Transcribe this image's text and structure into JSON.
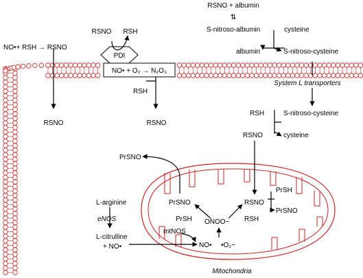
{
  "labels": {
    "rsno_albumin": "RSNO + albumin",
    "exchange_arrow": "⇅",
    "s_nitroso_albumin": "S-nitroso-albumin",
    "cysteine_top": "cysteine",
    "albumin": "albumin",
    "s_nitroso_cysteine_top": "S-nitroso-cysteine",
    "system_l": "System L transporters",
    "rsh_right": "RSH",
    "s_nitroso_cysteine_mid": "S-nitroso-cysteine",
    "rsno_right": "RSNO",
    "cysteine_mid": "cysteine",
    "no_rsh_rsno": "NO•+ RSH → RSNO",
    "rsno_left": "RSNO",
    "rsno_pdi": "RSNO",
    "rsh_pdi": "RSH",
    "pdi": "PDI",
    "membrane_reaction": "NO• + O₂ → N₂O₃",
    "rsh_center": "RSH",
    "rsno_center": "RSNO",
    "prsno_out": "PrSNO",
    "l_arginine": "L-arginine",
    "enos": "eNOS",
    "l_citrulline": "L-citrulline",
    "plus_no": "+ NO•",
    "mtnos": "mtNOS",
    "prsno_mito": "PrSNO",
    "prsh_mito": "PrSH",
    "onoo": "ONOO−",
    "rsno_mito": "RSNO",
    "rsh_mito": "RSH",
    "prsh_right": "PrSH",
    "prsno_right": "PrSNO",
    "no_mito": "NO•",
    "o2_mito": "•O₂−",
    "mitochondria": "Mitochondria"
  },
  "colors": {
    "membrane": "#c8201e",
    "arrow": "#000000",
    "pdi_fill": "#ffffff"
  }
}
